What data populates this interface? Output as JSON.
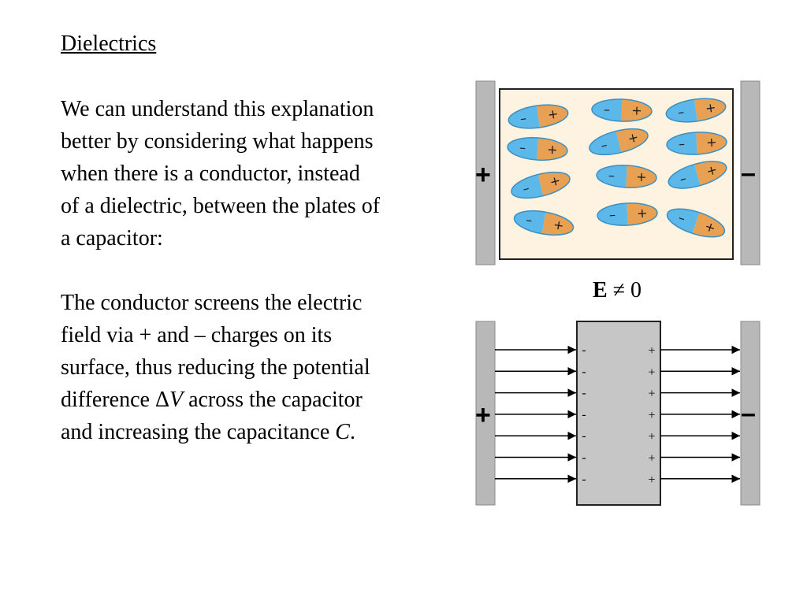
{
  "title": "Dielectrics",
  "paragraph1": {
    "lines": [
      "We can understand this explanation",
      "better by considering what happens",
      "when there is a conductor, instead",
      "of a dielectric, between the plates of",
      "a capacitor:"
    ]
  },
  "paragraph2": {
    "line1": "The conductor screens the electric",
    "line2": "field via + and – charges on its",
    "line3": "surface, thus reducing the potential",
    "line4_pre": "difference Δ",
    "line4_var": "V",
    "line4_post": " across the capacitor",
    "line5_pre": "and increasing the capacitance ",
    "line5_var": "C",
    "line5_post": "."
  },
  "field_label": {
    "symbol": "E",
    "rest": " ≠ 0"
  },
  "plate_signs": {
    "positive": "+",
    "negative": "–"
  },
  "dielectric_molecule_signs": {
    "negative": "–",
    "positive": "+"
  },
  "conductor_surface_charges": {
    "left": "-",
    "right": "+"
  },
  "colors": {
    "plate": "#b8b8b8",
    "dielectric_bg": "#fdf3e0",
    "molecule_negative": "#5bb8e8",
    "molecule_positive": "#e8a052",
    "conductor": "#c6c6c6"
  }
}
